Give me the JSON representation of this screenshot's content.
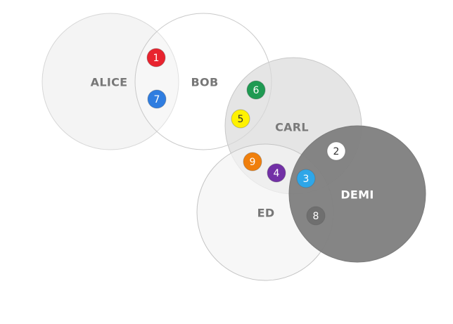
{
  "sets": [
    {
      "id": "alice",
      "label": "ALICE",
      "fill": "#f0f0f0",
      "stroke": "#d7d7d7",
      "label_color": "#777777"
    },
    {
      "id": "bob",
      "label": "BOB",
      "fill": "#ffffff",
      "stroke": "#c9c9c9",
      "label_color": "#777777"
    },
    {
      "id": "carl",
      "label": "CARL",
      "fill": "#dadada",
      "stroke": "#c8c8c8",
      "label_color": "#7a7a7a"
    },
    {
      "id": "ed",
      "label": "ED",
      "fill": "#f4f4f4",
      "stroke": "#c4c4c4",
      "label_color": "#777777"
    },
    {
      "id": "demi",
      "label": "DEMI",
      "fill": "#808080",
      "stroke": "#7b7b7b",
      "label_color": "#ffffff"
    }
  ],
  "markers": [
    {
      "number": "1",
      "color": "#e8232e",
      "text_color": "#ffffff"
    },
    {
      "number": "7",
      "color": "#2f7de0",
      "text_color": "#ffffff"
    },
    {
      "number": "6",
      "color": "#1f9a52",
      "text_color": "#ffffff"
    },
    {
      "number": "5",
      "color": "#fff200",
      "text_color": "#333333"
    },
    {
      "number": "9",
      "color": "#f07f0c",
      "text_color": "#ffffff"
    },
    {
      "number": "4",
      "color": "#7230a6",
      "text_color": "#ffffff"
    },
    {
      "number": "3",
      "color": "#2ea6e8",
      "text_color": "#ffffff"
    },
    {
      "number": "2",
      "color": "#ffffff",
      "text_color": "#333333"
    },
    {
      "number": "8",
      "color": "#6f6f6f",
      "text_color": "#ffffff"
    }
  ]
}
